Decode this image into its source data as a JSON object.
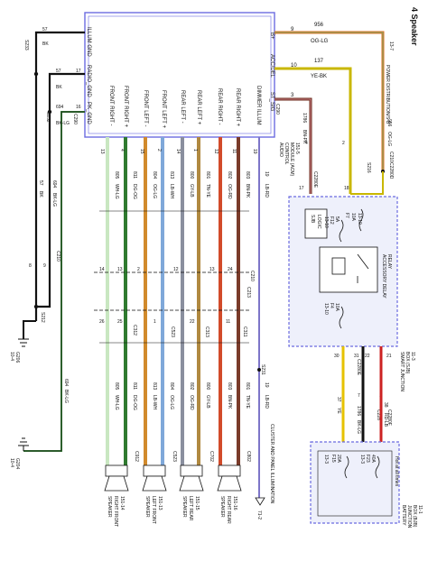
{
  "title": "4 Speaker",
  "radio": {
    "pins_top": [
      "ILLUM GND",
      "RADIO_GND",
      "PK_GND"
    ],
    "pins_left": [
      "FRONT RIGHT -",
      "FRONT RIGHT +",
      "FRONT LEFT -",
      "FRONT LEFT +",
      "REAR LEFT -",
      "REAR LEFT +",
      "REAR RIGHT -",
      "REAR RIGHT +",
      "DIMMER ILLUM"
    ],
    "pins_right": [
      "B+",
      "ACC/DEL",
      "ST_SIG"
    ],
    "module_label": [
      "AUDIO",
      "CONTROL",
      "MODULE (ACM)",
      "151-5"
    ],
    "connector": "C290"
  },
  "top_wires": [
    {
      "circuit": "956",
      "color": "OG-LG",
      "pin": "9"
    },
    {
      "circuit": "137",
      "color": "YE-BK",
      "pin": "10"
    },
    {
      "circuit": "1786",
      "color": "BN-PK",
      "pin": "3"
    }
  ],
  "power_dist": [
    "POWER DISTRIBUTION/S-B",
    "13-7"
  ],
  "right_labels": {
    "c2280e_top": "C2280E",
    "c210": "C210",
    "s216": "S216",
    "c2280d": "C2280D",
    "c2280e_mid": "C2280E",
    "c2280e_bot": "C2280E",
    "c228": "C228",
    "c2280f": "C2280F",
    "pin_17": "17",
    "pin_18": "18",
    "pin_4": "4",
    "pin_2": "2",
    "pin_30": "30",
    "pin_31": "31",
    "pin_22": "22",
    "pin_21": "21",
    "rc_7": "7",
    "rc_1": "1"
  },
  "smart_junction": {
    "label": [
      "SMART JUNCTION",
      "BOX (SJB)",
      "11-3"
    ],
    "fuses": [
      {
        "id": "F7",
        "amps": "10A",
        "loc": "13-10"
      },
      {
        "id": "F12",
        "amps": "5A",
        "loc": "13-10"
      },
      {
        "id": "F4",
        "amps": "10A",
        "loc": "13-10"
      }
    ],
    "logic": [
      "SJB",
      "LOGIC"
    ],
    "relay": [
      "ACCESSORY DELAY",
      "RELAY"
    ]
  },
  "battery_junction": {
    "label": [
      "BATTERY",
      "JUNCTION",
      "BOX (BJB)",
      "11-1"
    ],
    "hot": "Hot at all times",
    "fuses": [
      {
        "id": "F15",
        "amps": "20A",
        "loc": "13-3"
      },
      {
        "id": "F23",
        "amps": "40A",
        "loc": "13-3"
      }
    ]
  },
  "lower_right_wires": [
    {
      "circuit": "37",
      "color": "YE"
    },
    {
      "circuit": "1786",
      "color": "BK-LG"
    },
    {
      "circuit": "38",
      "color": "RD-LB"
    }
  ],
  "ground_top": {
    "circuit": "57",
    "color": "BK",
    "splice": "S233"
  },
  "ground_wires": [
    {
      "circuit": "57",
      "color": "BK",
      "pin": "17"
    },
    {
      "circuit": "694",
      "color": "BK-LG",
      "pin": "16"
    }
  ],
  "ground_labels": {
    "s233": "S233",
    "s232": "S232",
    "s212": "S212",
    "c290": "C290",
    "c210": "C210",
    "g206": [
      "G206",
      "10-4"
    ],
    "g204": [
      "G204",
      "10-4"
    ],
    "pin_8": "8",
    "pin_9": "9",
    "mid_57": "57",
    "mid_bk": "BK",
    "mid_694": "694",
    "mid_bklg": "BK-LG",
    "low_694": "694",
    "low_bklg": "BK-LG"
  },
  "speaker_wires_upper": [
    {
      "circuit": "805",
      "color": "WH-LG",
      "pin": "13"
    },
    {
      "circuit": "811",
      "color": "DG-OG",
      "pin": "4"
    },
    {
      "circuit": "804",
      "color": "OG-LG",
      "pin": "15"
    },
    {
      "circuit": "813",
      "color": "LB-WH",
      "pin": "2"
    },
    {
      "circuit": "800",
      "color": "GY-LB",
      "pin": "14"
    },
    {
      "circuit": "801",
      "color": "TN-YE",
      "pin": "1"
    },
    {
      "circuit": "802",
      "color": "OG-RD",
      "pin": "12"
    },
    {
      "circuit": "803",
      "color": "BN-PK",
      "pin": "11"
    },
    {
      "circuit": "19",
      "color": "LB-RD",
      "pin": "19"
    }
  ],
  "speaker_wires_lower": [
    {
      "circuit": "805",
      "color": "WH-LG"
    },
    {
      "circuit": "811",
      "color": "DG-OG"
    },
    {
      "circuit": "813",
      "color": "LB-WH"
    },
    {
      "circuit": "804",
      "color": "OG-LG"
    },
    {
      "circuit": "802",
      "color": "OG-RD"
    },
    {
      "circuit": "800",
      "color": "GY-LB"
    },
    {
      "circuit": "803",
      "color": "BN-PK"
    },
    {
      "circuit": "801",
      "color": "TN-YE"
    },
    {
      "circuit": "19",
      "color": "LB-RD"
    }
  ],
  "connector_pins": {
    "c210_a": [
      "14",
      "13",
      "2",
      "12",
      "13",
      "24"
    ],
    "c210_b": [
      "26",
      "25",
      "1",
      "22",
      "11"
    ],
    "connectors": [
      "C210",
      "C213",
      "C312",
      "C311",
      "C313",
      "C523",
      "C524",
      "C612",
      "C612",
      "C702",
      "C802"
    ]
  },
  "splice_s231": "S231",
  "speakers": [
    {
      "name": [
        "SPEAKER",
        "RIGHT FRONT",
        "151-14"
      ],
      "conn": "C912"
    },
    {
      "name": [
        "SPEAKER",
        "LEFT FRONT",
        "151-13"
      ],
      "conn": "C523"
    },
    {
      "name": [
        "SPEAKER",
        "LEFT REAR",
        "151-15"
      ],
      "conn": "C702"
    },
    {
      "name": [
        "SPEAKER",
        "RIGHT REAR",
        "151-16"
      ],
      "conn": "C802"
    }
  ],
  "illumination": [
    "CLUSTER AND PANEL ILLUMINATION",
    "71-2"
  ],
  "colors": {
    "module_border": "#6b6be0",
    "wire_black": "#111111",
    "wh_lg": "#c9e7c1",
    "dg_og": "#2f7a2f",
    "og_lg": "#d18a2c",
    "lb_wh": "#7fa8d9",
    "gy_lb": "#8a8f9e",
    "tn_ye": "#b08940",
    "og_rd": "#d24b2a",
    "bn_pk": "#7a3b2a",
    "lb_rd": "#7d75c8",
    "og_lg_top": "#e07020",
    "ye_bk": "#c9b700",
    "bn_pk_top": "#6b2a1a",
    "yellow": "#e6c200",
    "bk_lg": "#3a3a3a",
    "rd_lb": "#cc2222",
    "green_gnd": "#3c8a3c"
  }
}
